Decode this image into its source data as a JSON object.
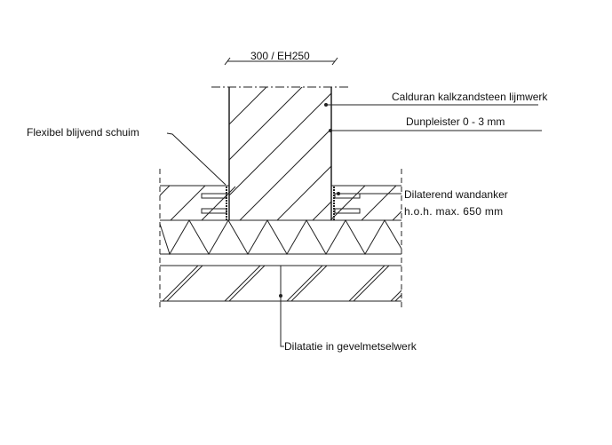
{
  "drawing": {
    "dimension": "300 / EH250",
    "labels": {
      "wall_material": "Calduran kalkzandsteen lijmwerk",
      "plaster": "Dunpleister 0 - 3 mm",
      "foam": "Flexibel blijvend schuim",
      "anchor_line1": "Dilaterend wandanker",
      "anchor_line2": "h.o.h. max. 650 mm",
      "expansion_joint": "Dilatatie in gevelmetselwerk"
    }
  }
}
